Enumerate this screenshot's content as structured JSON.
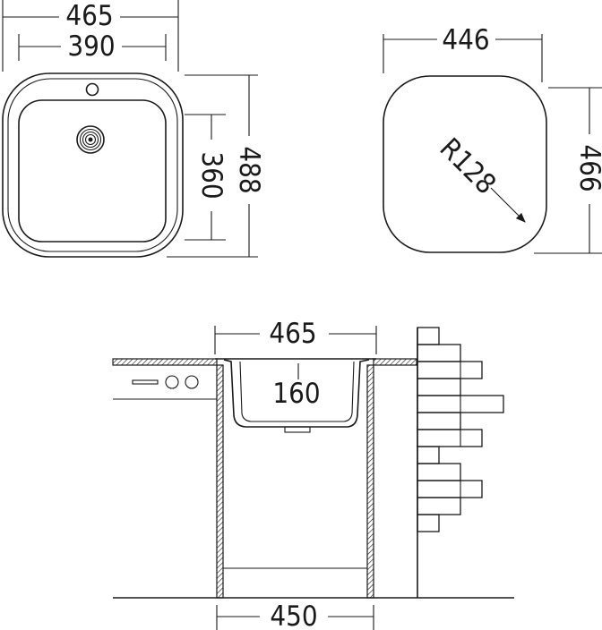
{
  "top_left_view": {
    "overall_width": "465",
    "bowl_width": "390",
    "bowl_length": "360",
    "overall_length": "488"
  },
  "top_right_view": {
    "cutout_width": "446",
    "cutout_length": "466",
    "corner_radius": "R128"
  },
  "section_view": {
    "sink_width": "465",
    "bowl_depth": "160",
    "cabinet_width": "450"
  },
  "colors": {
    "line": "#1a1a1a",
    "background": "#ffffff"
  }
}
